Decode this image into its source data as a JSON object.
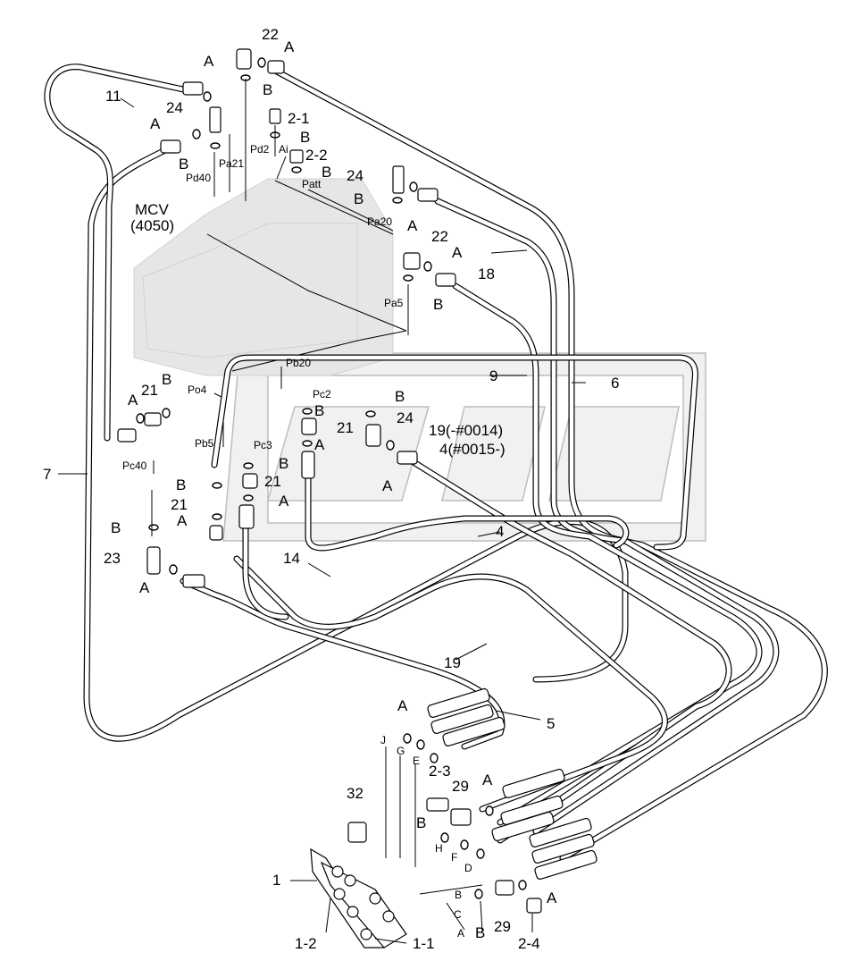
{
  "diagram": {
    "labels": {
      "l22a": "22",
      "lA1": "A",
      "lA2": "A",
      "l11": "11",
      "l24a": "24",
      "lA3": "A",
      "l21a": "2-1",
      "lB1": "B",
      "lB2": "B",
      "lPa21": "Pa21",
      "lPd2": "Pd2",
      "lAi": "Ai",
      "l22b": "2-2",
      "lB3": "B",
      "lPatt": "Patt",
      "lB4": "B",
      "lPd40": "Pd40",
      "lMCV": "MCV",
      "l4050": "(4050)",
      "l24b": "24",
      "lB5": "B",
      "lA4": "A",
      "lPa20": "Pa20",
      "l22c": "22",
      "lA5": "A",
      "l18": "18",
      "lPa5": "Pa5",
      "lB6": "B",
      "lPb20": "Pb20",
      "l9": "9",
      "l6": "6",
      "lA6": "A",
      "l21b": "21",
      "lB7": "B",
      "lPo4": "Po4",
      "lPc2": "Pc2",
      "lB8": "B",
      "l24c": "24",
      "l21c": "21",
      "l19n": "19(-#0014)",
      "lB9": "B",
      "lA7": "A",
      "l4n": "4(#0015-)",
      "lPb5": "Pb5",
      "lPc3": "Pc3",
      "lB10": "B",
      "l21d": "21",
      "lA8": "A",
      "l7": "7",
      "lPc40": "Pc40",
      "lB11": "B",
      "l21e": "21",
      "lA9": "A",
      "lA10": "A",
      "lB12": "B",
      "l4": "4",
      "l23": "23",
      "l14": "14",
      "lA11": "A",
      "l19": "19",
      "lA12": "A",
      "l5": "5",
      "lJ": "J",
      "lG": "G",
      "lE": "E",
      "l23b": "2-3",
      "l29a": "29",
      "lA13": "A",
      "l32": "32",
      "lB13": "B",
      "lH": "H",
      "lF": "F",
      "lD": "D",
      "l1": "1",
      "lB14": "B",
      "lA14": "A",
      "lC": "C",
      "lA15": "A",
      "l29b": "29",
      "lB15": "B",
      "l12": "1-2",
      "l11b": "1-1",
      "l24d": "2-4"
    }
  },
  "colors": {
    "ink": "#000000",
    "paper": "#ffffff",
    "ghost": "#e6e6e6"
  }
}
